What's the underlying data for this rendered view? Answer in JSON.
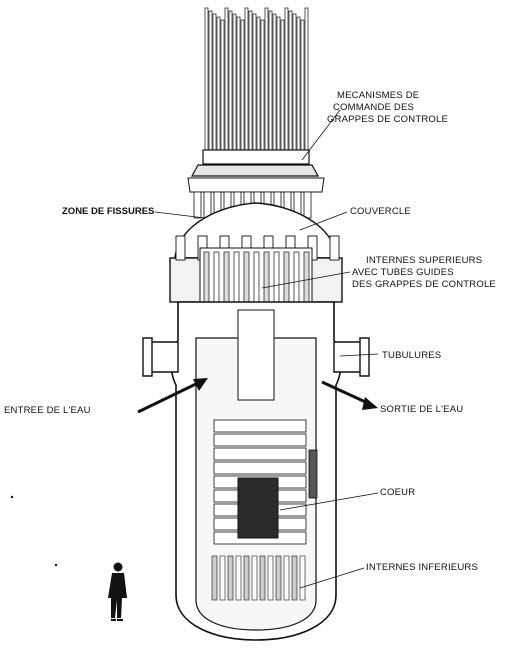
{
  "colors": {
    "ink": "#111111",
    "paper": "#ffffff",
    "shade": "#2b2b2b"
  },
  "labels": {
    "mecanismes": [
      "MECANISMES DE",
      "COMMANDE DES",
      "GRAPPES DE CONTROLE"
    ],
    "zone_fissures": "ZONE DE FISSURES",
    "couvercle": "COUVERCLE",
    "internes_superieurs": [
      "INTERNES SUPERIEURS",
      "AVEC TUBES GUIDES",
      "DES GRAPPES DE CONTROLE"
    ],
    "tubulures": "TUBULURES",
    "entree_eau": "ENTREE DE L'EAU",
    "sortie_eau": "SORTIE DE L'EAU",
    "coeur": "COEUR",
    "internes_inferieurs": "INTERNES INFERIEURS"
  },
  "icons": {
    "person": "person-scale-icon"
  }
}
